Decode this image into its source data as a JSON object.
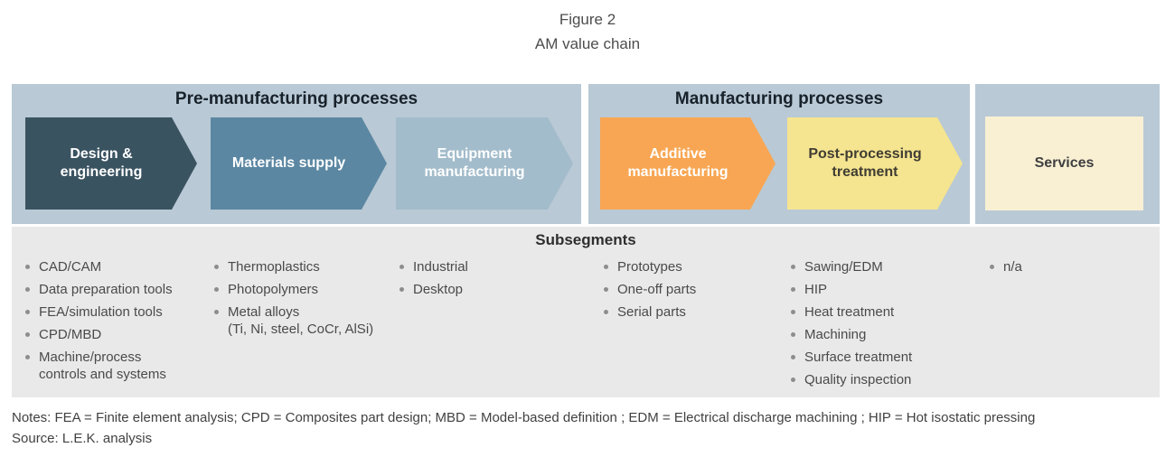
{
  "title": {
    "line1": "Figure 2",
    "line2": "AM value chain"
  },
  "sections": {
    "pre": {
      "header": "Pre-manufacturing processes"
    },
    "manufacturing": {
      "header": "Manufacturing processes"
    }
  },
  "chain": {
    "arrows": [
      {
        "label": "Design & engineering",
        "color": "#3a5361",
        "text_color": "#ffffff"
      },
      {
        "label": "Materials supply",
        "color": "#5b87a2",
        "text_color": "#ffffff"
      },
      {
        "label": "Equipment manufacturing",
        "color": "#a3bccb",
        "text_color": "#ffffff"
      },
      {
        "label": "Additive manufacturing",
        "color": "#f8a653",
        "text_color": "#ffffff"
      },
      {
        "label": "Post-processing treatment",
        "color": "#f5e490",
        "text_color": "#403d33"
      }
    ],
    "services_box": {
      "label": "Services",
      "color": "#f9f0d4",
      "text_color": "#3f3f3f"
    }
  },
  "subsegments": {
    "heading": "Subsegments",
    "columns": [
      {
        "items": [
          "CAD/CAM",
          "Data preparation tools",
          "FEA/simulation tools",
          "CPD/MBD",
          [
            "Machine/process",
            "controls and systems"
          ]
        ]
      },
      {
        "items": [
          "Thermoplastics",
          "Photopolymers",
          [
            "Metal alloys",
            "(Ti, Ni, steel, CoCr, AlSi)"
          ]
        ]
      },
      {
        "items": [
          "Industrial",
          "Desktop"
        ]
      },
      {
        "items": [
          "Prototypes",
          "One-off parts",
          "Serial parts"
        ]
      },
      {
        "items": [
          "Sawing/EDM",
          "HIP",
          "Heat treatment",
          "Machining",
          "Surface treatment",
          "Quality inspection"
        ]
      },
      {
        "items": [
          "n/a"
        ]
      }
    ]
  },
  "footer": {
    "notes": "Notes: FEA = Finite element analysis; CPD = Composites part design; MBD = Model-based definition ; EDM = Electrical discharge machining ; HIP = Hot isostatic pressing",
    "source": "Source: L.E.K. analysis"
  },
  "colors": {
    "band_background": "#b9c9d5",
    "subsegments_background": "#e9e9e9",
    "header_text": "#18222b",
    "bullet_text": "#4a4a4a"
  }
}
